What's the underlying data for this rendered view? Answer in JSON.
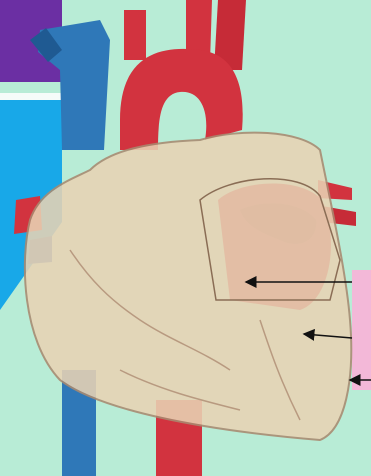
{
  "diagram": {
    "subject": "heart-anatomy-illustration",
    "colors": {
      "background": "#b8ecd6",
      "purple_panel": "#6b2fa3",
      "blue_panel": "#18a8e8",
      "vein_blue": "#2f78b8",
      "vein_blue_dark": "#1f5a92",
      "artery_red": "#d2333f",
      "artery_red_dark": "#9b1d28",
      "pericardium_fill": "#e8d3b4",
      "pericardium_edge": "#a98a70",
      "pink_label_box": "#f3b8d8",
      "arrow": "#111111"
    },
    "pointers": [
      {
        "name": "pointer-upper",
        "color": "#111111"
      },
      {
        "name": "pointer-middle",
        "color": "#111111"
      },
      {
        "name": "pointer-lower",
        "color": "#111111"
      }
    ]
  }
}
